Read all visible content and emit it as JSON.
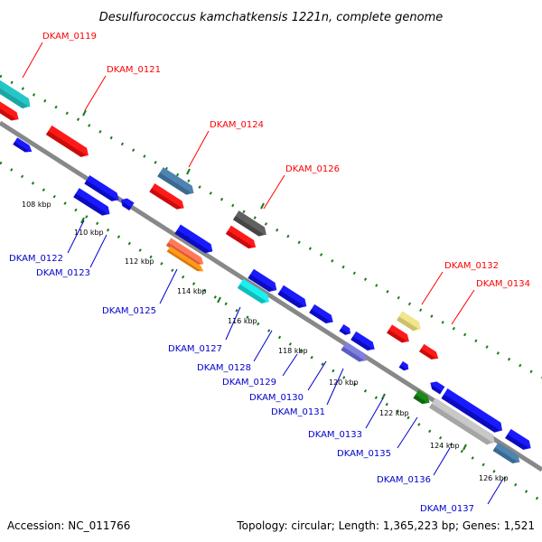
{
  "title": "Desulfurococcus kamchatkensis 1221n, complete genome",
  "footer": {
    "accession": "Accession: NC_011766",
    "summary": "Topology: circular; Length: 1,365,223 bp; Genes: 1,521"
  },
  "colors": {
    "backbone": "#888888",
    "tick_dots": "#1a7a1a",
    "upper_label": "#ff0000",
    "lower_label": "#0000cc"
  },
  "ticks": [
    "108 kbp",
    "110 kbp",
    "112 kbp",
    "114 kbp",
    "116 kbp",
    "118 kbp",
    "120 kbp",
    "122 kbp",
    "124 kbp",
    "126 kbp"
  ],
  "upper_labels": [
    "DKAM_0119",
    "DKAM_0121",
    "DKAM_0124",
    "DKAM_0126",
    "DKAM_0132",
    "DKAM_0134"
  ],
  "lower_labels": [
    "DKAM_0122",
    "DKAM_0123",
    "DKAM_0125",
    "DKAM_0127",
    "DKAM_0128",
    "DKAM_0129",
    "DKAM_0130",
    "DKAM_0131",
    "DKAM_0133",
    "DKAM_0135",
    "DKAM_0136",
    "DKAM_0137"
  ]
}
